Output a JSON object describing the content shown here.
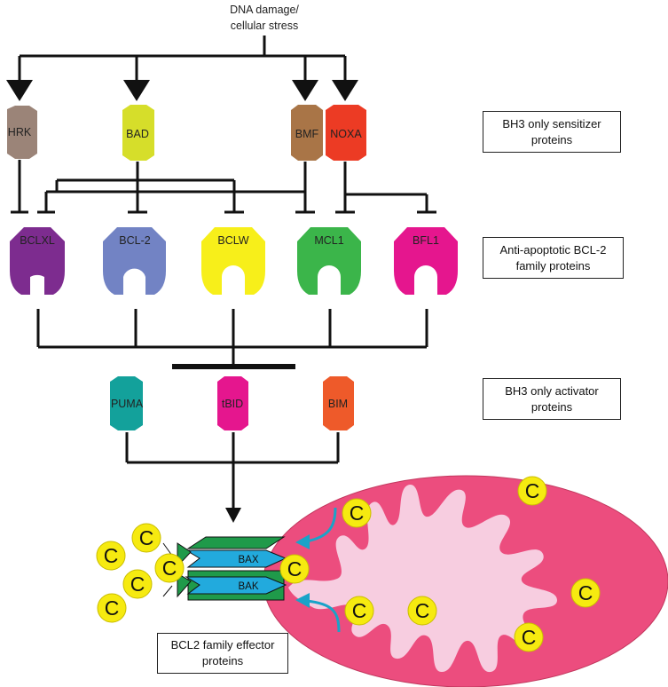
{
  "stimulus": {
    "line1": "DNA damage/",
    "line2": "cellular stress"
  },
  "sensitizers": [
    {
      "name": "HRK",
      "color": "#9b8478"
    },
    {
      "name": "BAD",
      "color": "#d6de2a"
    },
    {
      "name": "BMF",
      "color": "#a97547"
    },
    {
      "name": "NOXA",
      "color": "#ec3b24"
    }
  ],
  "anti_apoptotic": [
    {
      "name": "BCLXL",
      "color": "#7d2c8f"
    },
    {
      "name": "BCL-2",
      "color": "#7283c4"
    },
    {
      "name": "BCLW",
      "color": "#f7ef1a"
    },
    {
      "name": "MCL1",
      "color": "#3bb54a"
    },
    {
      "name": "BFL1",
      "color": "#e5168e"
    }
  ],
  "activators": [
    {
      "name": "PUMA",
      "color": "#13a19b"
    },
    {
      "name": "tBID",
      "color": "#e5168e"
    },
    {
      "name": "BIM",
      "color": "#ee5a2a"
    }
  ],
  "effectors": {
    "bax": "BAX",
    "bak": "BAK"
  },
  "cytochrome_label": "C",
  "legend": {
    "sensitizer_box": {
      "line1": "BH3 only sensitizer",
      "line2": "proteins"
    },
    "antiapoptotic_box": {
      "line1": "Anti-apoptotic BCL-2",
      "line2": "family proteins"
    },
    "activator_box": {
      "line1": "BH3 only activator",
      "line2": "proteins"
    },
    "effector_box": {
      "line1": "BCL2 family effector",
      "line2": "proteins"
    }
  },
  "colors": {
    "mito_outer": "#ec4d7e",
    "mito_inner": "#f7cde0",
    "cyto_c": "#f6ea10",
    "bax_blue": "#22aadd",
    "bak_green": "#1f9a4a",
    "arrow_cyan": "#1aa3c8"
  }
}
